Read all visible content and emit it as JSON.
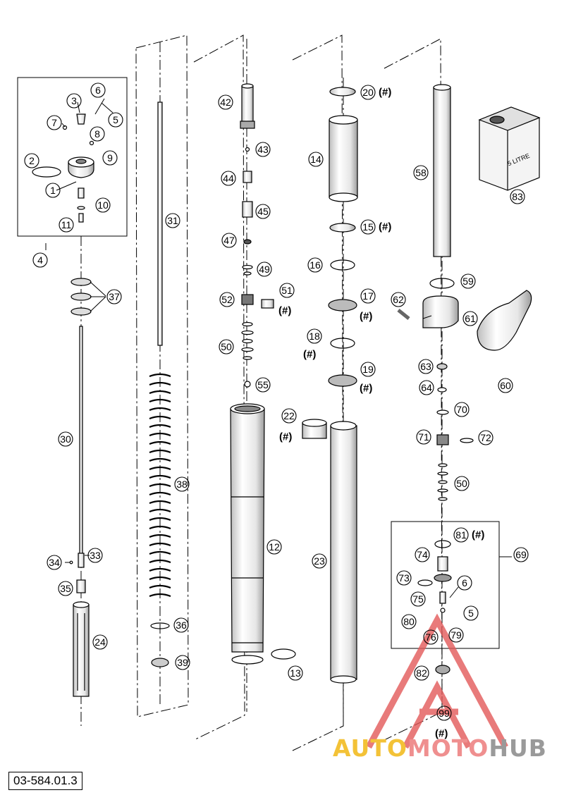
{
  "diagram_code": "03-584.01.3",
  "callouts": [
    "1",
    "2",
    "3",
    "4",
    "5",
    "6",
    "7",
    "8",
    "9",
    "10",
    "11",
    "12",
    "13",
    "14",
    "15",
    "16",
    "17",
    "18",
    "19",
    "20",
    "22",
    "23",
    "24",
    "30",
    "31",
    "33",
    "34",
    "35",
    "36",
    "37",
    "38",
    "39",
    "42",
    "43",
    "44",
    "45",
    "47",
    "49",
    "50",
    "51",
    "52",
    "55",
    "58",
    "59",
    "60",
    "61",
    "62",
    "63",
    "64",
    "69",
    "70",
    "71",
    "72",
    "73",
    "74",
    "75",
    "76",
    "79",
    "80",
    "81",
    "82",
    "83",
    "99"
  ],
  "hash_mark": "(#)",
  "can_label": "5 LITRE",
  "watermark": {
    "part1": "AUTO",
    "part2": "MOTO",
    "part3": "HUB"
  },
  "colors": {
    "line": "#000000",
    "part_fill": "#ffffff",
    "part_shade": "#cfcfcf",
    "watermark_red": "#e35a5a",
    "watermark_yellow": "#f3c237",
    "watermark_gray": "#9a9a9a"
  }
}
